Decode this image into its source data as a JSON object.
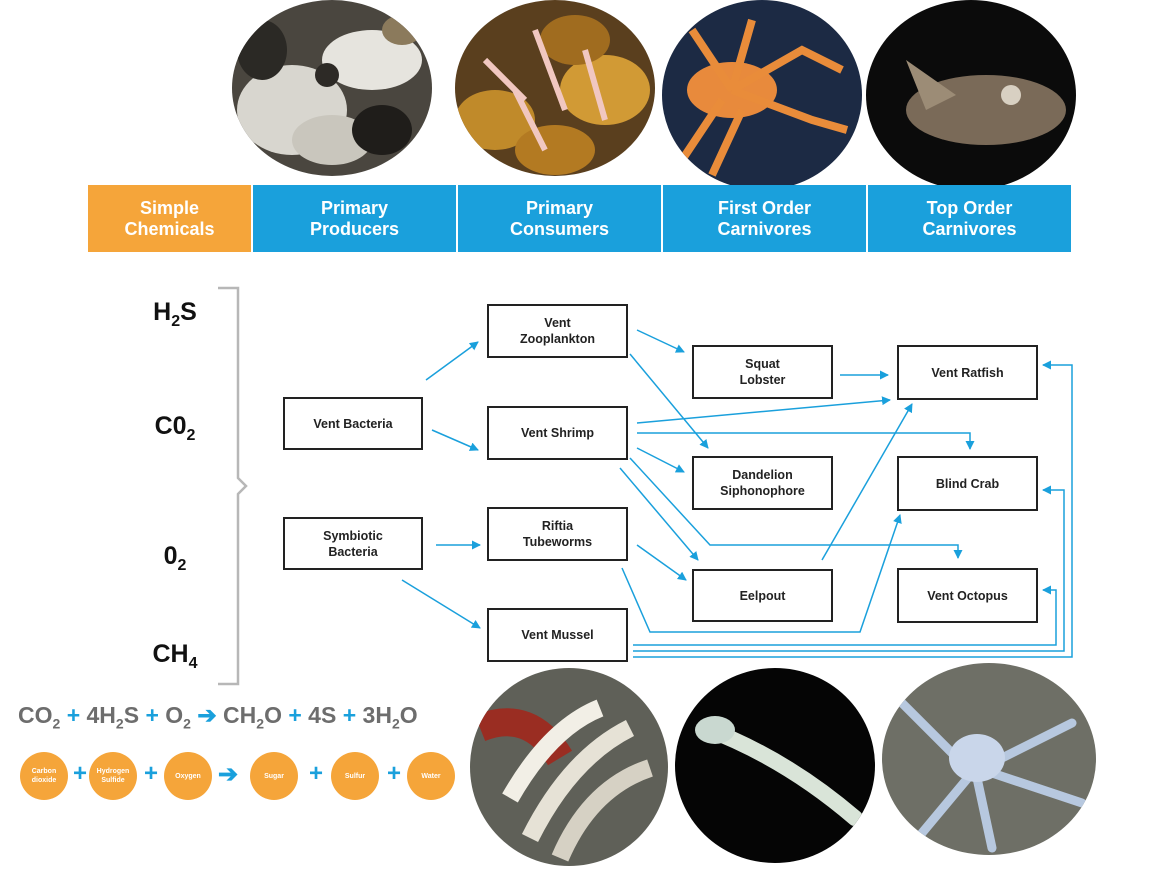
{
  "colors": {
    "orange": "#f5a53a",
    "blue": "#1aa0dc",
    "arrow": "#1aa0dc",
    "box_border": "#222222"
  },
  "headers": [
    {
      "label": "Simple\nChemicals",
      "color": "#f5a53a"
    },
    {
      "label": "Primary\nProducers",
      "color": "#1aa0dc"
    },
    {
      "label": "Primary\nConsumers",
      "color": "#1aa0dc"
    },
    {
      "label": "First Order\nCarnivores",
      "color": "#1aa0dc"
    },
    {
      "label": "Top Order\nCarnivores",
      "color": "#1aa0dc"
    }
  ],
  "chemicals": [
    {
      "base": "H",
      "sub": "2",
      "tail": "S"
    },
    {
      "base": "C0",
      "sub": "2",
      "tail": ""
    },
    {
      "base": "0",
      "sub": "2",
      "tail": ""
    },
    {
      "base": "CH",
      "sub": "4",
      "tail": ""
    }
  ],
  "nodes": {
    "vent_bacteria": "Vent Bacteria",
    "symbiotic_bacteria": "Symbiotic\nBacteria",
    "vent_zooplankton": "Vent\nZooplankton",
    "vent_shrimp": "Vent Shrimp",
    "riftia_tubeworms": "Riftia\nTubeworms",
    "vent_mussel": "Vent Mussel",
    "squat_lobster": "Squat\nLobster",
    "dandelion_siphonophore": "Dandelion\nSiphonophore",
    "eelpout": "Eelpout",
    "vent_ratfish": "Vent Ratfish",
    "blind_crab": "Blind Crab",
    "vent_octopus": "Vent Octopus"
  },
  "equation": {
    "co2": "CO",
    "co2_sub": "2",
    "h2s_coef": "4H",
    "h2s_sub": "2",
    "h2s_tail": "S",
    "o2": "O",
    "o2_sub": "2",
    "ch2o": "CH",
    "ch2o_sub": "2",
    "ch2o_tail": "O",
    "s": "4S",
    "h2o_coef": "3H",
    "h2o_sub": "2",
    "h2o_tail": "O",
    "plus": "+",
    "arrow": "➔"
  },
  "equation_words": [
    "Carbon\ndioxide",
    "Hydrogen\nSulfide",
    "Oxygen",
    "Sugar",
    "Sulfur",
    "Water"
  ],
  "photos": [
    "microbial-mat-photo",
    "vent-shrimp-photo",
    "squat-lobster-photo",
    "ratfish-photo",
    "tubeworm-photo",
    "eelpout-photo",
    "octopus-photo"
  ]
}
